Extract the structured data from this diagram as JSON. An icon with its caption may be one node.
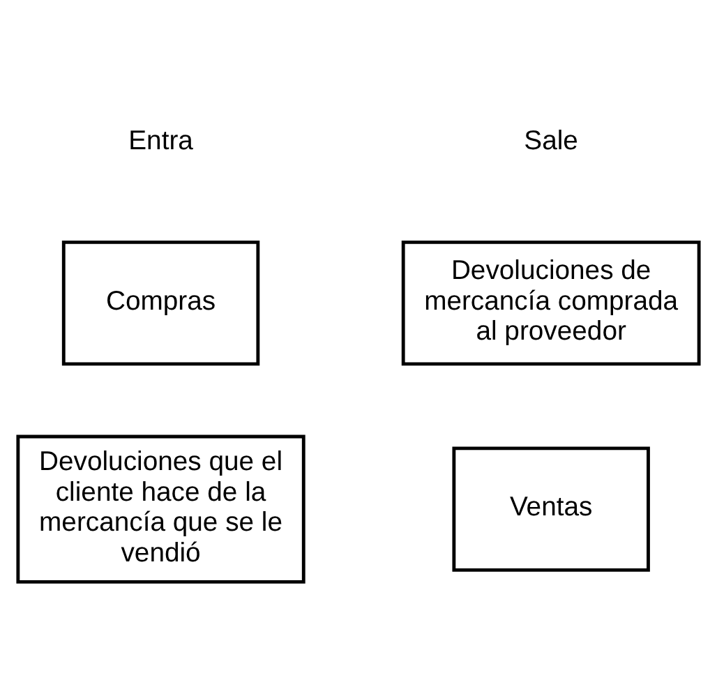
{
  "diagram": {
    "nodes": [
      {
        "text": [
          "Compras"
        ]
      },
      {
        "text": [
          "Devoluciones de mercancía comprada al proveedor"
        ]
      },
      {
        "text": [
          "Devoluciones que el cliente hace de la mercancía que se le vendió"
        ]
      },
      {
        "text": [
          "Ventas"
        ]
      }
    ],
    "labels": [
      "Entra",
      "Sale"
    ]
  }
}
